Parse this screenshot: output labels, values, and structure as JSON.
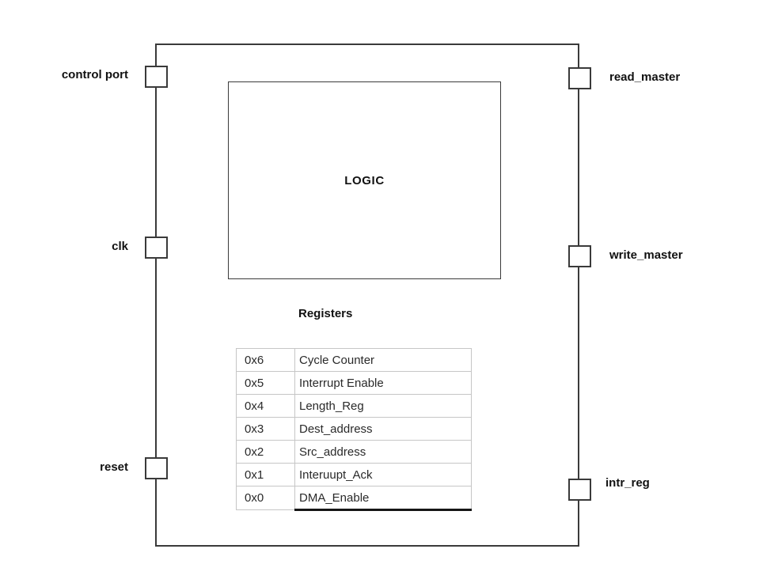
{
  "diagram": {
    "logic_label": "LOGIC",
    "registers_title": "Registers"
  },
  "ports": {
    "left": [
      {
        "label": "control port"
      },
      {
        "label": "clk"
      },
      {
        "label": "reset"
      }
    ],
    "right": [
      {
        "label": "read_master"
      },
      {
        "label": "write_master"
      },
      {
        "label": "intr_reg"
      }
    ]
  },
  "registers": {
    "rows": [
      {
        "addr": "0x6",
        "name": "Cycle Counter"
      },
      {
        "addr": "0x5",
        "name": "Interrupt Enable"
      },
      {
        "addr": "0x4",
        "name": "Length_Reg"
      },
      {
        "addr": "0x3",
        "name": "Dest_address"
      },
      {
        "addr": "0x2",
        "name": "Src_address"
      },
      {
        "addr": "0x1",
        "name": "Interuupt_Ack"
      },
      {
        "addr": "0x0",
        "name": "DMA_Enable"
      }
    ]
  },
  "colors": {
    "background": "#ffffff",
    "line": "#3a3a3a",
    "table_grid": "#c6c6c6",
    "table_outline": "#161616",
    "text": "#111111"
  }
}
